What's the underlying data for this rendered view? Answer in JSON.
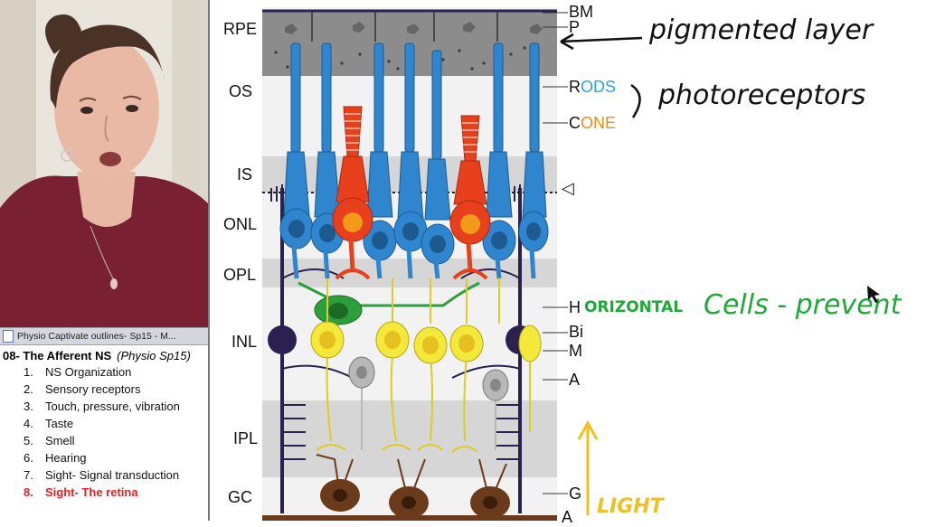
{
  "taskbar": {
    "title": "Physio Captivate outlines- Sp15 - M..."
  },
  "outline": {
    "title": "08- The Afferent NS",
    "subtitle": "(Physio Sp15)",
    "items": [
      {
        "num": "1.",
        "label": "NS Organization"
      },
      {
        "num": "2.",
        "label": "Sensory receptors"
      },
      {
        "num": "3.",
        "label": "Touch, pressure, vibration"
      },
      {
        "num": "4.",
        "label": "Taste"
      },
      {
        "num": "5.",
        "label": "Smell"
      },
      {
        "num": "6.",
        "label": "Hearing"
      },
      {
        "num": "7.",
        "label": "Sight- Signal transduction"
      },
      {
        "num": "8.",
        "label": "Sight- The retina"
      }
    ]
  },
  "diagram": {
    "layer_labels": [
      "RPE",
      "OS",
      "IS",
      "ONL",
      "OPL",
      "INL",
      "IPL",
      "GC"
    ],
    "right_labels": {
      "bm": "BM",
      "p": "P",
      "rods_first": "R",
      "rods_rest": "ODS",
      "cones_first": "C",
      "cones_rest": "ONE",
      "olm": "◁",
      "h": "H",
      "bi": "Bi",
      "m": "M",
      "a": "A",
      "g": "G",
      "bottom_cut": "A"
    }
  },
  "annotations": {
    "pigmented": "pigmented layer",
    "photoreceptors": "photoreceptors",
    "horizontal_rest": "ORIZONTAL",
    "horizontal_cells": "Cells - prevent",
    "light": "LIGHT"
  },
  "colors": {
    "rod": "#2f86cf",
    "cone": "#e8401c",
    "horizontal": "#2e9e3c",
    "bipolar": "#f4e83a",
    "amacrine": "#b8b8b8",
    "muller": "#2b2150",
    "ganglion": "#6b3a1a",
    "rpe": "#8c8c8c",
    "ink_green": "#1fa83a",
    "ink_orange": "#f08a12",
    "ink_yellow": "#f0c020",
    "outline_active": "#e02222"
  }
}
